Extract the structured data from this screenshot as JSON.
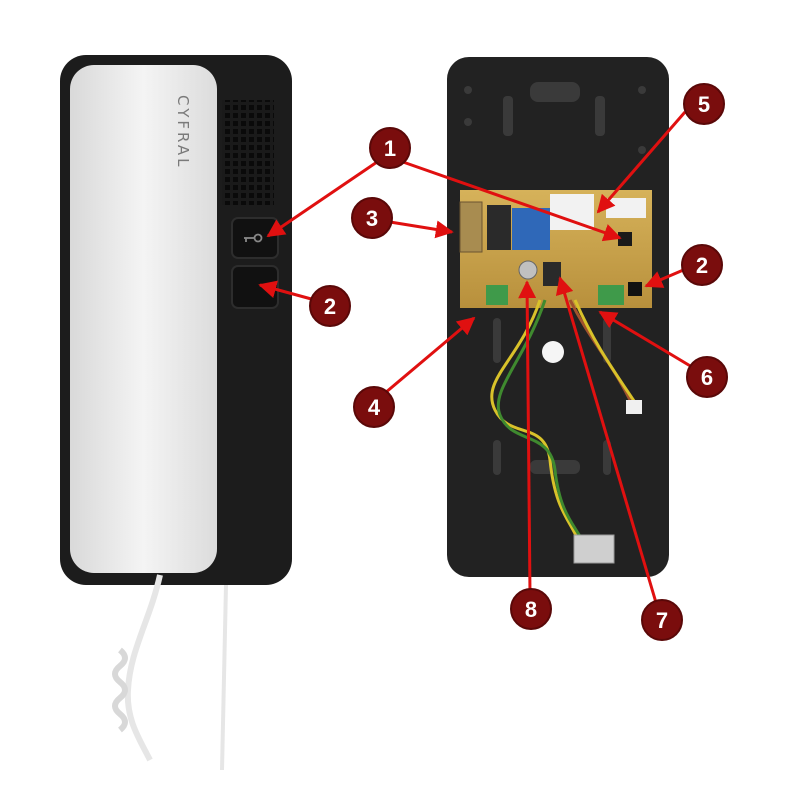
{
  "brand": {
    "logo_text": "CYFRAL"
  },
  "callouts": {
    "c1": "1",
    "c2_front": "2",
    "c2_back": "2",
    "c3": "3",
    "c4": "4",
    "c5": "5",
    "c6": "6",
    "c7": "7",
    "c8": "8"
  },
  "colors": {
    "callout_fill": "#7a0d0d",
    "arrow": "#e01010",
    "housing": "#1c1c1c",
    "handset": "#ececec",
    "pcb": "#c9a24a"
  }
}
